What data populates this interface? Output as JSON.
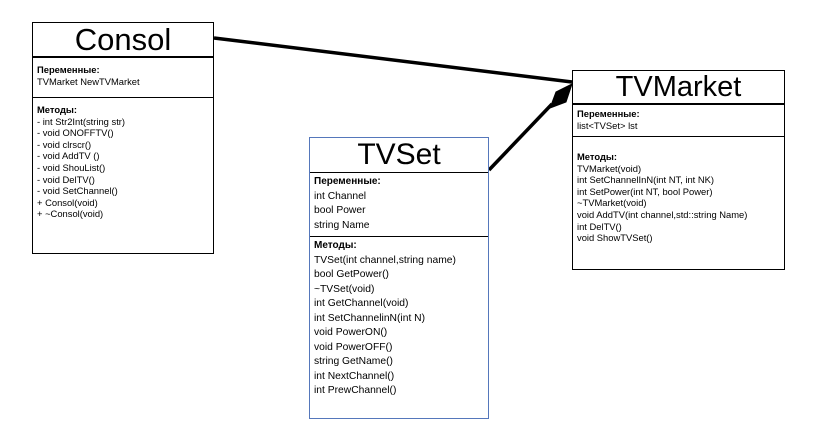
{
  "diagram": {
    "classes": [
      {
        "id": "consol",
        "name": "Consol",
        "variables_title": "Переменные:",
        "variables": [
          "TVMarket NewTVMarket"
        ],
        "methods_title": "Методы:",
        "methods": [
          "- int Str2Int(string str)",
          "- void ONOFFTV()",
          "- void clrscr()",
          "- void AddTV ()",
          "- void ShouList()",
          "- void DelTV()",
          "- void SetChannel()",
          "+ Consol(void)",
          "+ ~Consol(void)"
        ]
      },
      {
        "id": "tvmarket",
        "name": "TVMarket",
        "variables_title": "Переменные:",
        "variables": [
          "list<TVSet> lst"
        ],
        "methods_title": "Методы:",
        "methods": [
          "TVMarket(void)",
          "int SetChannelInN(int NT, int NK)",
          "int SetPower(int NT, bool Power)",
          "~TVMarket(void)",
          "void AddTV(int channel,std::string Name)",
          "int DelTV()",
          "void ShowTVSet()"
        ]
      },
      {
        "id": "tvset",
        "name": "TVSet",
        "variables_title": "Переменные:",
        "variables": [
          "int Channel",
          "bool Power",
          "string Name"
        ],
        "methods_title": "Методы:",
        "methods": [
          "TVSet(int channel,string name)",
          "bool GetPower()",
          "~TVSet(void)",
          "int GetChannel(void)",
          "int SetChannelinN(int N)",
          "void PowerON()",
          "void PowerOFF()",
          "string GetName()",
          "int NextChannel()",
          "int PrewChannel()"
        ]
      }
    ],
    "relations": [
      {
        "type": "association",
        "from": "Consol",
        "to": "TVMarket"
      },
      {
        "type": "composition",
        "from": "TVSet",
        "to": "TVMarket"
      }
    ],
    "colors": {
      "line": "#000000",
      "tvset_border": "#5577bb",
      "background": "#ffffff"
    }
  }
}
